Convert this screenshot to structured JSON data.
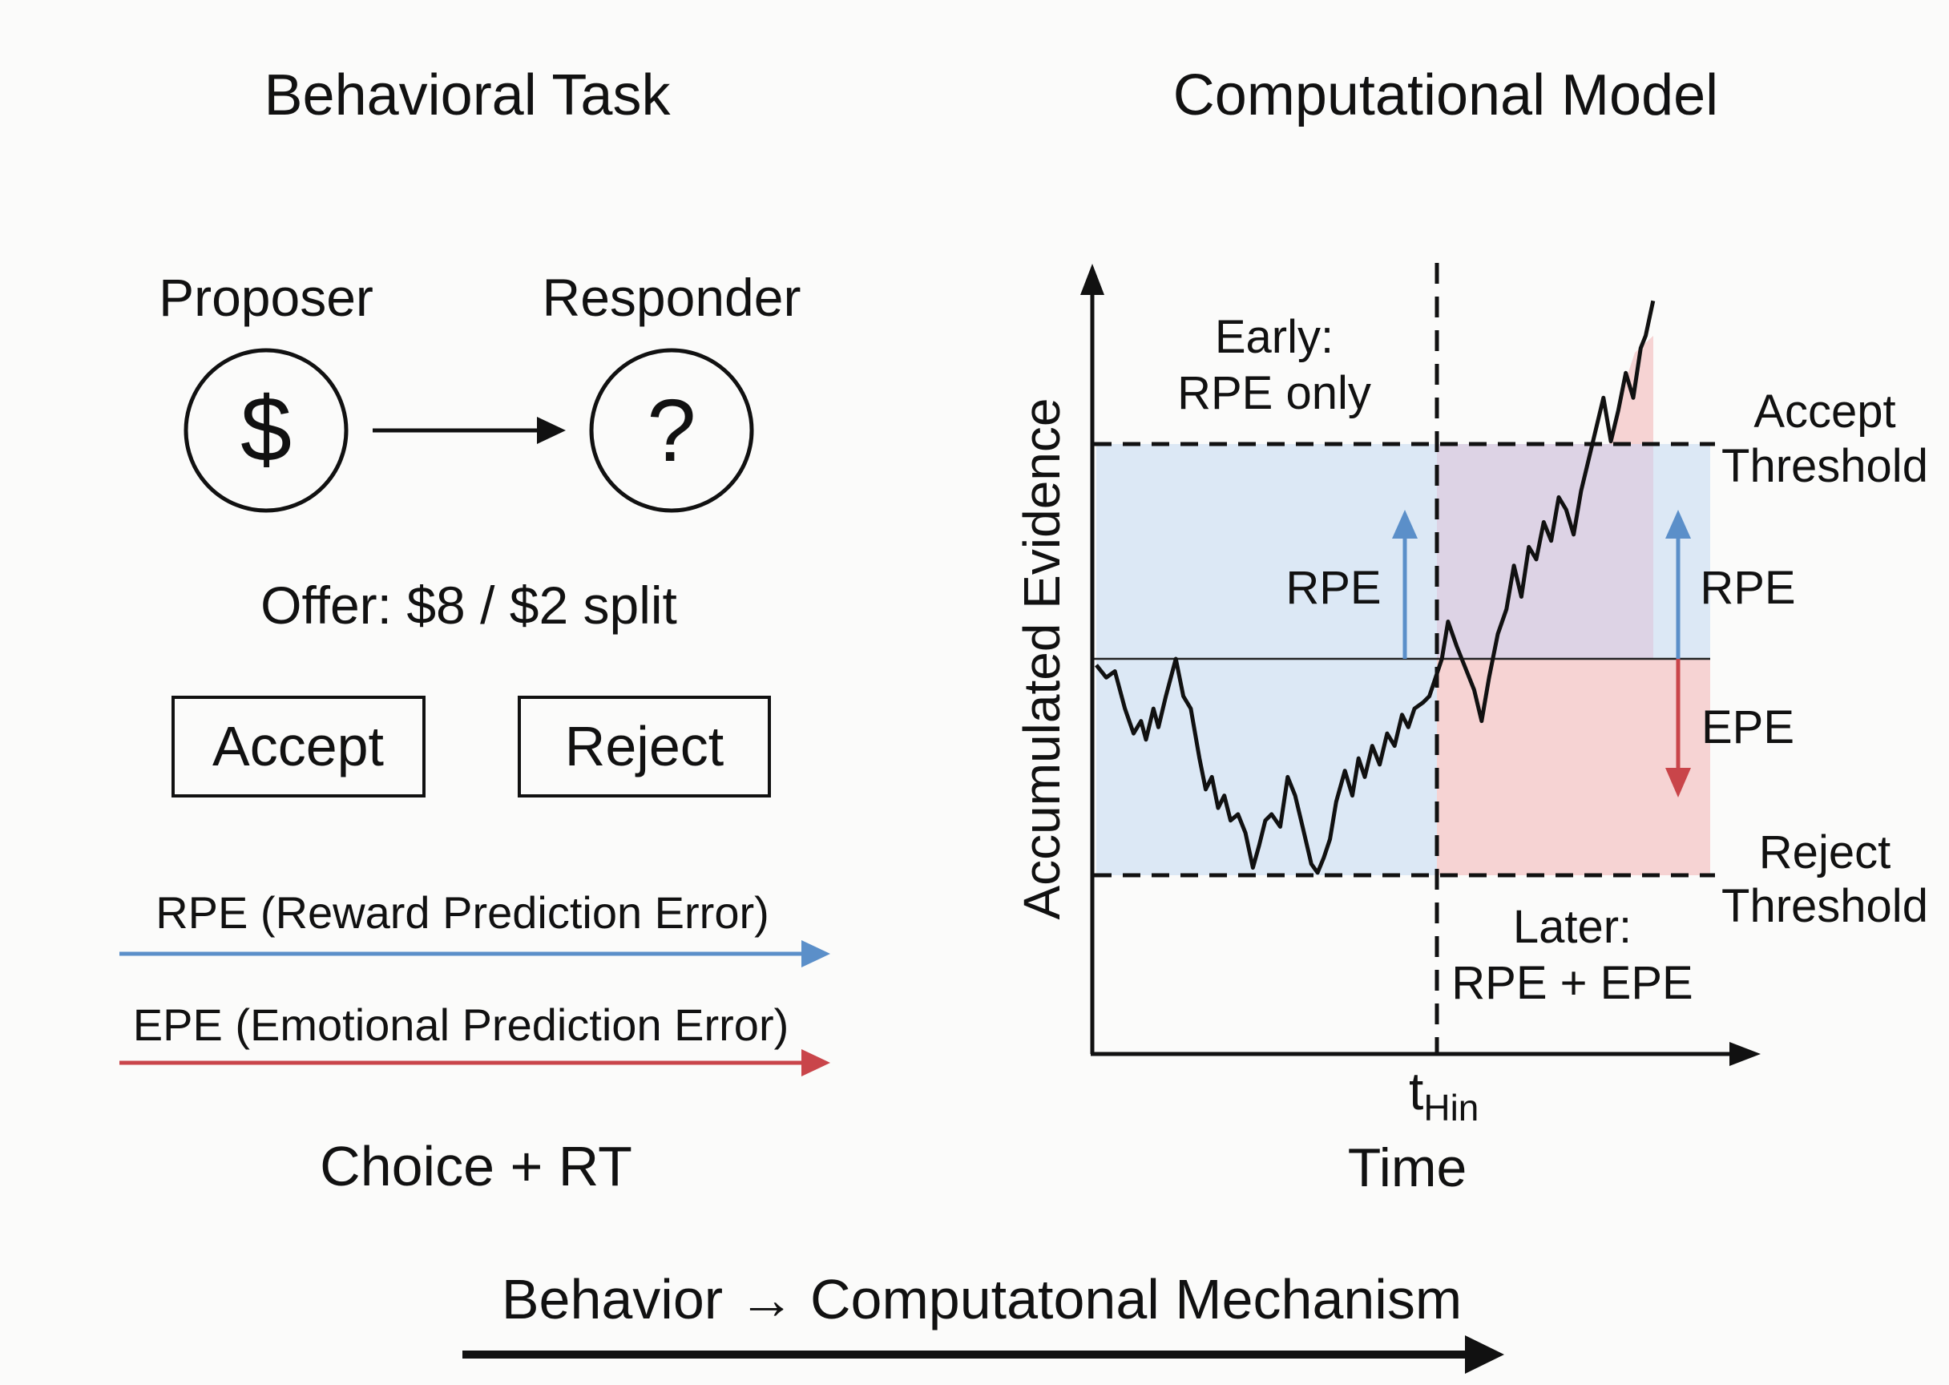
{
  "left": {
    "title": "Behavioral Task",
    "proposer": "Proposer",
    "responder": "Responder",
    "proposer_symbol": "$",
    "responder_symbol": "?",
    "offer": "Offer: $8 / $2 split",
    "accept_button": "Accept",
    "reject_button": "Reject",
    "rpe_label": "RPE (Reward Prediction Error)",
    "epe_label": "EPE (Emotional Prediction Error)",
    "footer": "Choice + RT"
  },
  "right": {
    "title": "Computational Model",
    "y_label": "Accumulated Evidence",
    "x_label": "Time",
    "t_main": "t",
    "t_sub": "Hin",
    "early_line1": "Early:",
    "early_line2": "RPE only",
    "later_line1": "Later:",
    "later_line2": "RPE + EPE",
    "rpe_early": "RPE",
    "rpe_late": "RPE",
    "epe_late": "EPE",
    "accept_line1": "Accept",
    "accept_line2": "Threshold",
    "reject_line1": "Reject",
    "reject_line2": "Threshold"
  },
  "bottom": {
    "caption": "Behavior → Computatonal Mechanism"
  },
  "colors": {
    "rpe": "#5b8fc9",
    "epe": "#c9454a",
    "blue_fill": "#dce8f5",
    "red_fill": "#f6d3d3",
    "purple_fill": "#ddd3e5"
  }
}
